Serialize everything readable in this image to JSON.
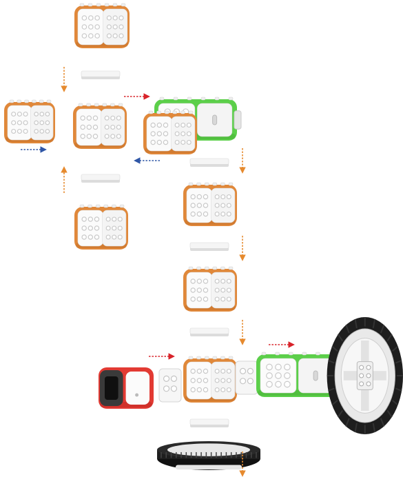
{
  "palette": {
    "orange": "#e0883a",
    "orange_dark": "#b8651f",
    "green": "#5ccf4a",
    "green_dark": "#3ba02c",
    "red": "#e23a33",
    "red_dark": "#b0221d",
    "white": "#fbfbfb",
    "stud_shadow": "#c9c9c9",
    "tire": "#1e1e1e",
    "hub": "#e9e9e9",
    "arrow_orange": "#e68a2e",
    "arrow_red": "#d8232a",
    "arrow_blue": "#2f56a6"
  },
  "parts": [
    {
      "kind": "cube",
      "color": "orange",
      "name": "orange-cube-top"
    },
    {
      "kind": "plate",
      "name": "connector-plate-top"
    },
    {
      "kind": "cube",
      "color": "orange",
      "name": "orange-cube-left"
    },
    {
      "kind": "cube",
      "color": "orange",
      "name": "orange-cube-center"
    },
    {
      "kind": "cube",
      "color": "green",
      "name": "green-motor-cube-top"
    },
    {
      "kind": "cube",
      "color": "orange",
      "name": "orange-cube-right"
    },
    {
      "kind": "plate",
      "name": "connector-plate-lower-left"
    },
    {
      "kind": "cube",
      "color": "orange",
      "name": "orange-cube-lower-left"
    },
    {
      "kind": "plate",
      "name": "connector-plate-column-1"
    },
    {
      "kind": "cube",
      "color": "orange",
      "name": "orange-cube-column-1"
    },
    {
      "kind": "plate",
      "name": "connector-plate-column-2"
    },
    {
      "kind": "cube",
      "color": "orange",
      "name": "orange-cube-column-2"
    },
    {
      "kind": "plate",
      "name": "connector-plate-column-3"
    },
    {
      "kind": "cube",
      "color": "red",
      "name": "red-battery-cube"
    },
    {
      "kind": "plate",
      "name": "connector-plate-side-left"
    },
    {
      "kind": "cube",
      "color": "orange",
      "name": "orange-cube-base"
    },
    {
      "kind": "plate",
      "name": "connector-plate-side-right"
    },
    {
      "kind": "cube",
      "color": "green",
      "name": "green-motor-cube-base"
    },
    {
      "kind": "wheel",
      "view": "side",
      "name": "large-wheel"
    },
    {
      "kind": "plate",
      "name": "connector-plate-bottom"
    },
    {
      "kind": "wheel",
      "view": "flat",
      "name": "flat-wheel-bottom"
    }
  ],
  "arrows": [
    {
      "color": "arrow_orange",
      "direction": "down"
    },
    {
      "color": "arrow_orange",
      "direction": "up"
    },
    {
      "color": "arrow_red",
      "direction": "right"
    },
    {
      "color": "arrow_blue",
      "direction": "right"
    },
    {
      "color": "arrow_blue",
      "direction": "left"
    },
    {
      "color": "arrow_orange",
      "direction": "down"
    },
    {
      "color": "arrow_orange",
      "direction": "down"
    },
    {
      "color": "arrow_orange",
      "direction": "down"
    },
    {
      "color": "arrow_red",
      "direction": "right"
    },
    {
      "color": "arrow_red",
      "direction": "right"
    },
    {
      "color": "arrow_orange",
      "direction": "down"
    }
  ]
}
